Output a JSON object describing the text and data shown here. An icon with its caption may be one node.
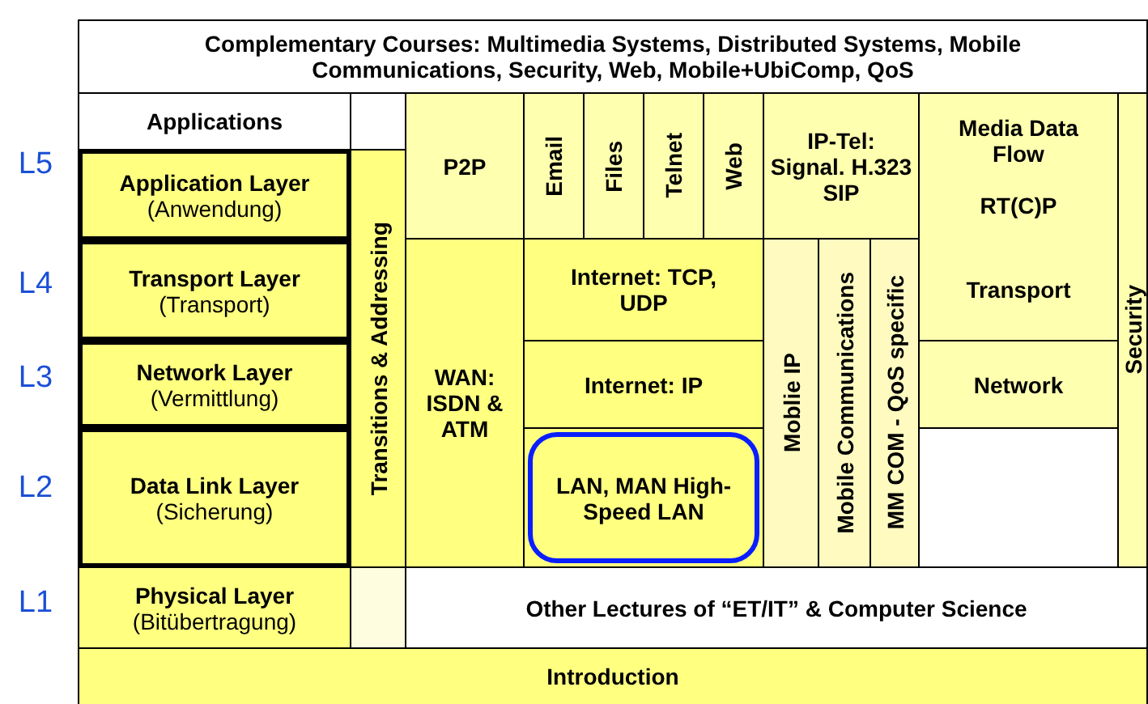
{
  "diagram": {
    "nodes": [
      {
        "text": [
          "Complementary Courses: Multimedia Systems, Distributed Systems, Mobile Communications, Security, Web, Mobile+UbiComp, QoS"
        ]
      },
      {
        "text": [
          "Applications"
        ]
      },
      {
        "text": [
          "P2P"
        ]
      },
      {
        "text": [
          "Email"
        ]
      },
      {
        "text": [
          "Files"
        ]
      },
      {
        "text": [
          "Telnet"
        ]
      },
      {
        "text": [
          "Web"
        ]
      },
      {
        "text": [
          "IP-Tel: Signal. H.323 SIP"
        ]
      },
      {
        "text": [
          "Media Data Flow",
          "RT(C)P"
        ]
      },
      {
        "text": [
          "Security"
        ]
      },
      {
        "text": [
          "Application Layer",
          "(Anwendung)"
        ]
      },
      {
        "text": [
          "Transitions & Addressing"
        ]
      },
      {
        "text": [
          "Transport Layer",
          "(Transport)"
        ]
      },
      {
        "text": [
          "WAN: ISDN & ATM"
        ]
      },
      {
        "text": [
          "Internet: TCP, UDP"
        ]
      },
      {
        "text": [
          "Moblie IP"
        ]
      },
      {
        "text": [
          "Mobile Communications"
        ]
      },
      {
        "text": [
          "MM COM - QoS specific"
        ]
      },
      {
        "text": [
          "Transport"
        ]
      },
      {
        "text": [
          "Network Layer",
          "(Vermittlung)"
        ]
      },
      {
        "text": [
          "Internet: IP"
        ]
      },
      {
        "text": [
          "Network"
        ]
      },
      {
        "text": [
          "Data Link Layer",
          "(Sicherung)"
        ]
      },
      {
        "text": [
          "LAN, MAN High-Speed LAN"
        ]
      },
      {
        "text": [
          "Physical Layer",
          "(Bitübertragung)"
        ]
      },
      {
        "text": [
          "Other Lectures of “ET/IT” & Computer Science"
        ]
      },
      {
        "text": [
          "Introduction"
        ]
      }
    ],
    "labels": [
      "L5",
      "L4",
      "L3",
      "L2",
      "L1"
    ]
  }
}
